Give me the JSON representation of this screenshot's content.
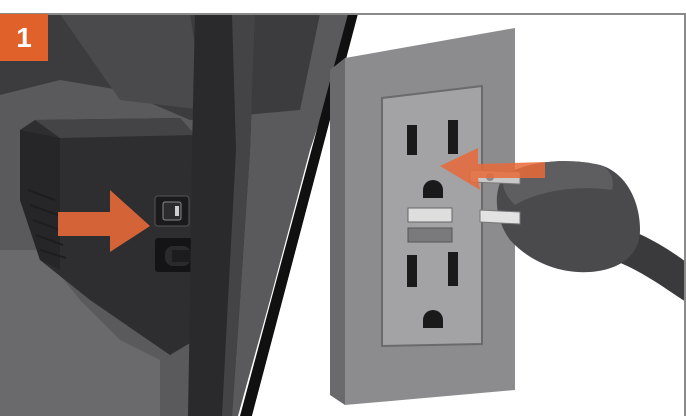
{
  "step": {
    "number": "1"
  },
  "colors": {
    "accent": "#e0622a",
    "arrow": "#e76a3a",
    "frame_border": "#8a8a8a",
    "dark_panel": "#3a3a3b",
    "wall_plate": "#8c8c8e",
    "receptacle": "#a3a3a5"
  },
  "illustration": {
    "left_panel": "monitor-power-switch",
    "right_panel": "wall-outlet-plug-in"
  }
}
